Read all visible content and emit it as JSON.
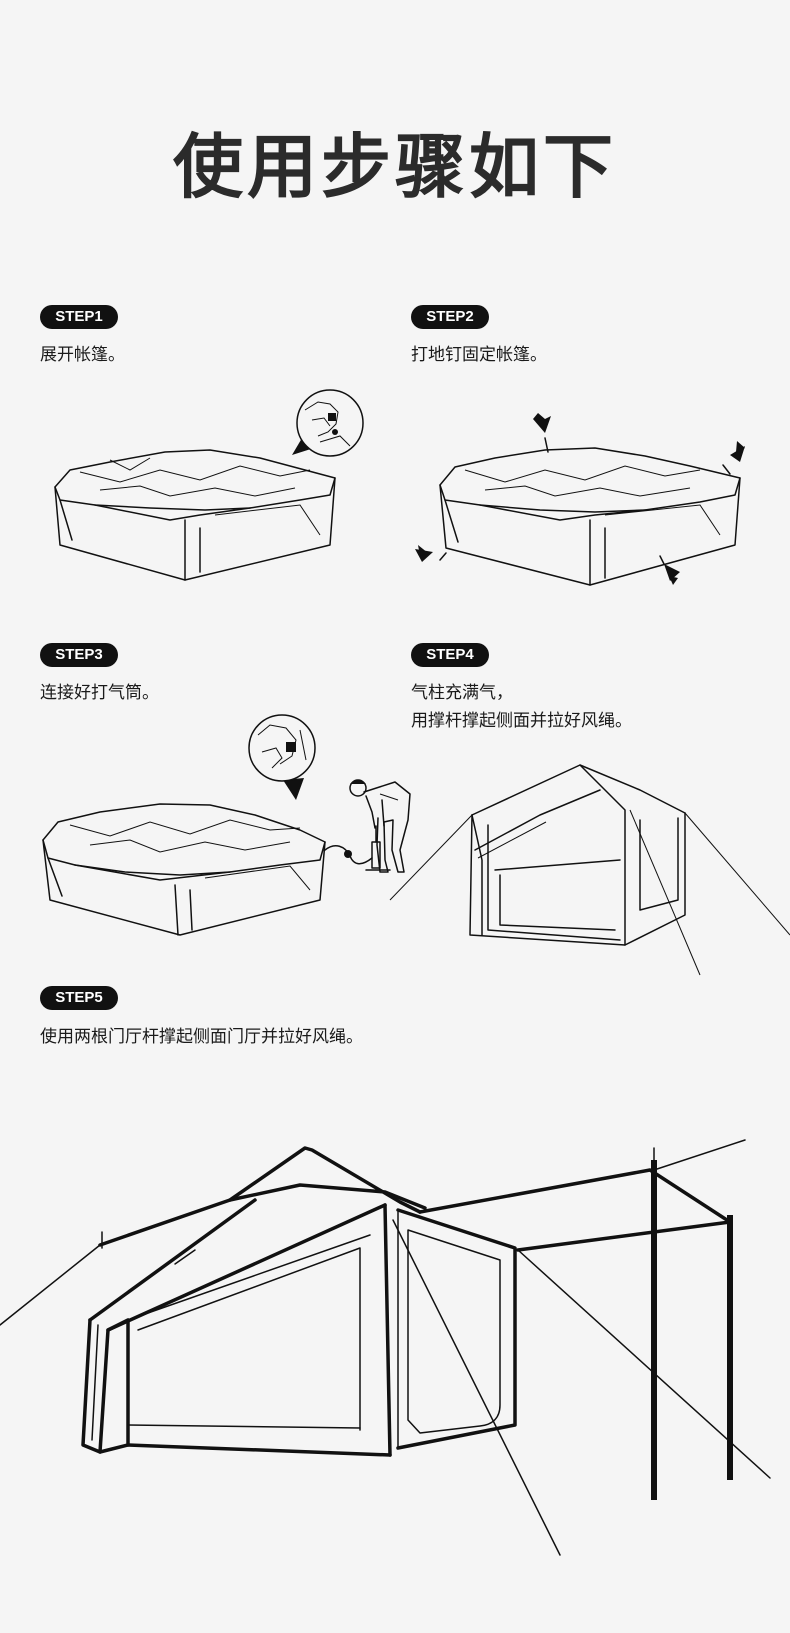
{
  "title": "使用步骤如下",
  "steps": [
    {
      "badge": "STEP1",
      "text": "展开帐篷。"
    },
    {
      "badge": "STEP2",
      "text": "打地钉固定帐篷。"
    },
    {
      "badge": "STEP3",
      "text": "连接好打气筒。"
    },
    {
      "badge": "STEP4",
      "text_lines": [
        "气柱充满气，",
        "用撑杆撑起侧面并拉好风绳。"
      ]
    },
    {
      "badge": "STEP5",
      "text": "使用两根门厅杆撑起侧面门厅并拉好风绳。"
    }
  ],
  "colors": {
    "background": "#f5f5f5",
    "badge": "#111111",
    "badge_text": "#ffffff",
    "title": "#2b2b2b"
  },
  "icons": [
    "hand-detail-icon",
    "stake-arrow-icon",
    "pump-detail-icon"
  ]
}
